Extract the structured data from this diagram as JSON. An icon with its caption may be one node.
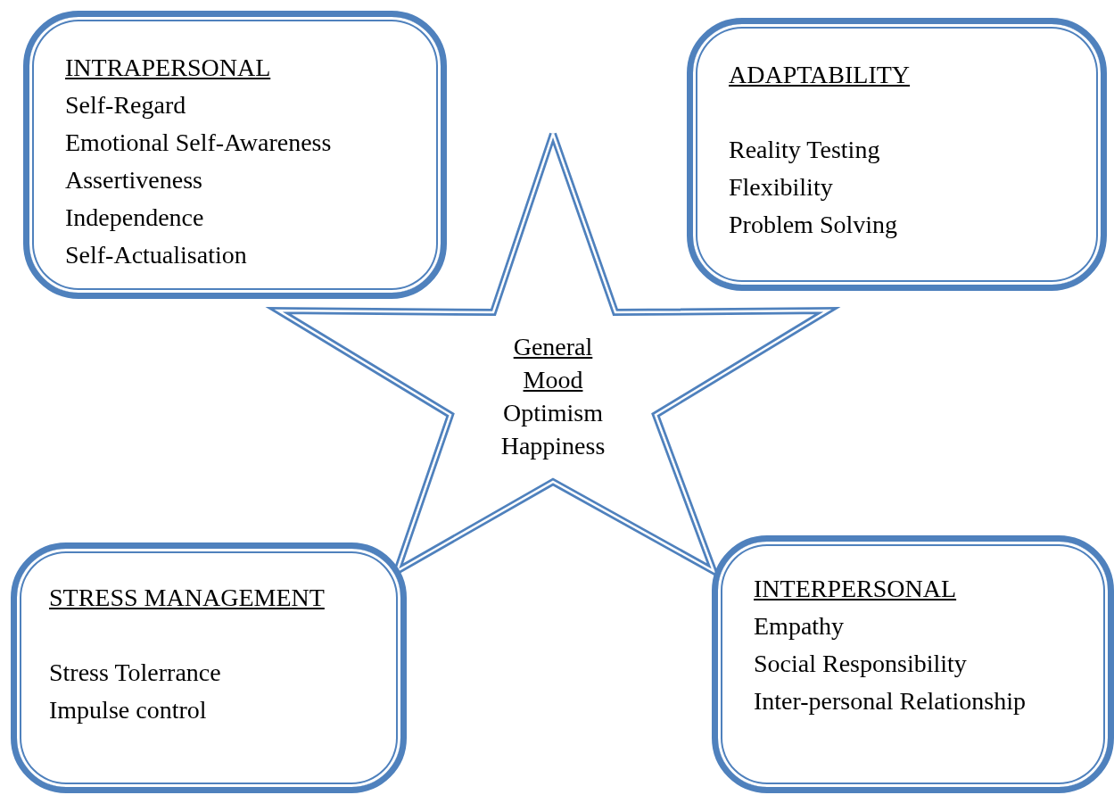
{
  "diagram": {
    "nodes": [
      {
        "text": [
          "INTRAPERSONAL",
          "Self-Regard",
          "Emotional Self-Awareness",
          "Assertiveness",
          "Independence",
          "Self-Actualisation"
        ]
      },
      {
        "text": [
          "ADAPTABILITY",
          "Reality Testing",
          "Flexibility",
          "Problem Solving"
        ]
      },
      {
        "text": [
          "General Mood",
          "Optimism",
          "Happiness"
        ]
      },
      {
        "text": [
          "STRESS MANAGEMENT",
          "Stress Tolerrance",
          "Impulse control"
        ]
      },
      {
        "text": [
          "INTERPERSONAL",
          "Empathy",
          "Social Responsibility",
          "Inter-personal Relationship"
        ]
      }
    ]
  }
}
